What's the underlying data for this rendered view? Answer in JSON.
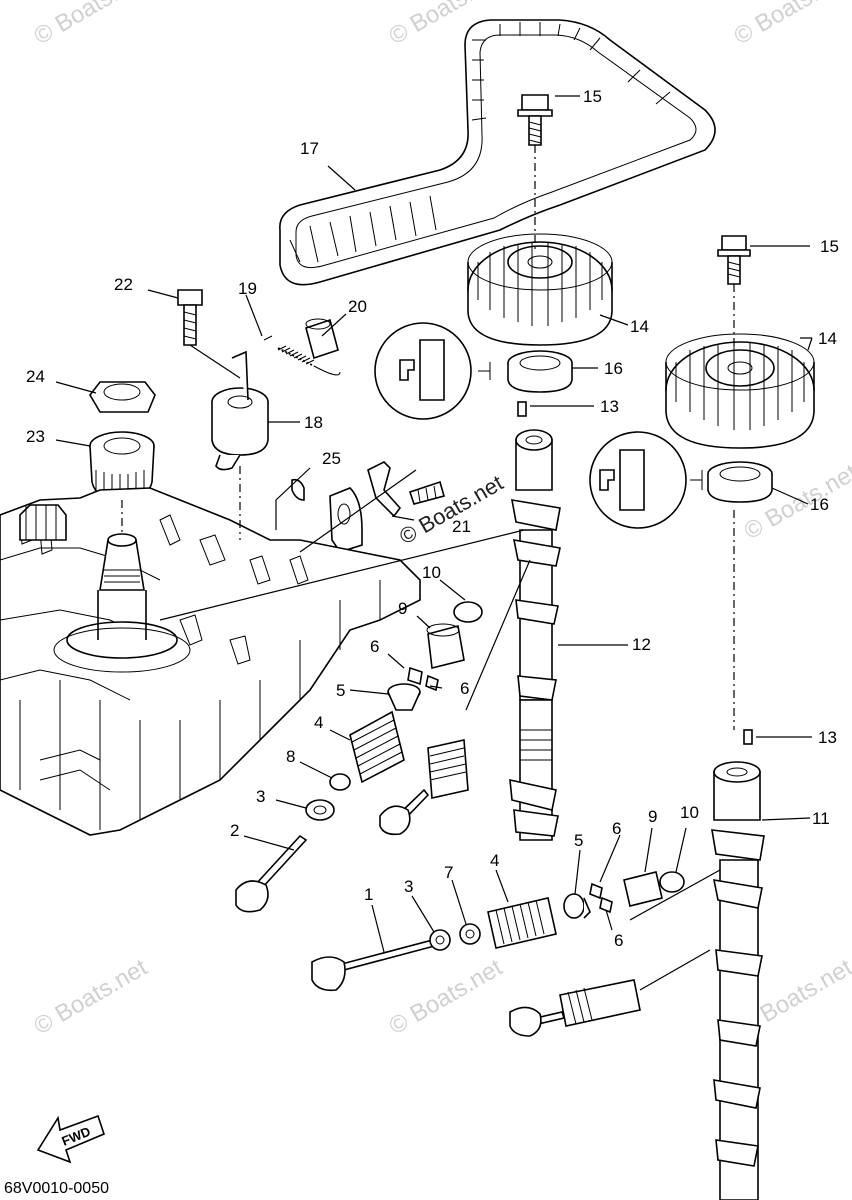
{
  "diagram": {
    "watermark": "© Boats.net",
    "center_watermark": "© Boats.net",
    "fwd_label": "FWD",
    "drawing_code": "68V0010-0050",
    "callouts": {
      "p1": "1",
      "p2": "2",
      "p3a": "3",
      "p3b": "3",
      "p4a": "4",
      "p4b": "4",
      "p5a": "5",
      "p5b": "5",
      "p6a": "6",
      "p6b": "6",
      "p6c": "6",
      "p6d": "6",
      "p7": "7",
      "p8": "8",
      "p9a": "9",
      "p9b": "9",
      "p10a": "10",
      "p10b": "10",
      "p11": "11",
      "p12": "12",
      "p13a": "13",
      "p13b": "13",
      "p14a": "14",
      "p14b": "14",
      "p15a": "15",
      "p15b": "15",
      "p16a": "16",
      "p16b": "16",
      "p17": "17",
      "p18": "18",
      "p19": "19",
      "p20": "20",
      "p21": "21",
      "p22": "22",
      "p23": "23",
      "p24": "24",
      "p25": "25"
    }
  }
}
